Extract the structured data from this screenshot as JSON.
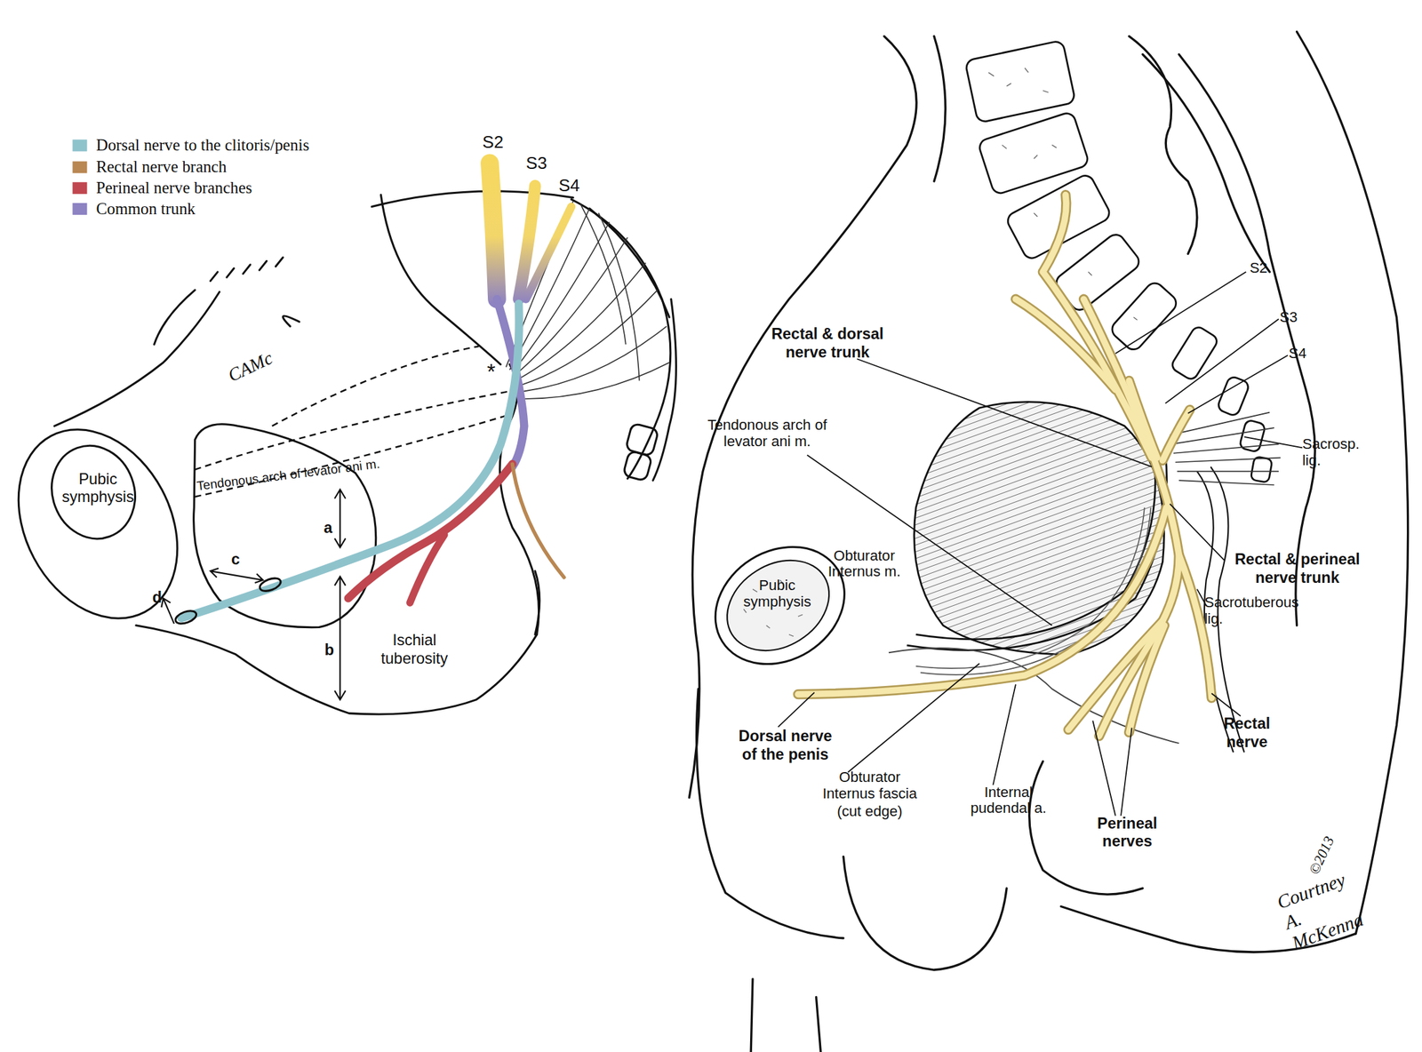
{
  "diagram": {
    "labels": [
      "S2",
      "S3",
      "S4",
      "*",
      "CAMc",
      "Pubic symphysis",
      "Tendonous arch of levator ani m.",
      "a",
      "b",
      "c",
      "d",
      "Ischial tuberosity",
      "S2",
      "S3",
      "S4",
      "Rectal & dorsal nerve trunk",
      "Tendonous arch of levator ani m.",
      "Sacrosp. lig.",
      "Obturator Internus m.",
      "Pubic symphysis",
      "Rectal & perineal nerve trunk",
      "Sacrotuberous lig.",
      "Dorsal nerve of the penis",
      "Obturator Internus fascia (cut edge)",
      "Internal pudendal a.",
      "Perineal nerves",
      "Rectal nerve",
      "©2013",
      "Courtney A. McKenna"
    ],
    "legend": [
      {
        "text": "Dorsal nerve to the clitoris/penis",
        "color": "#8fc3cc"
      },
      {
        "text": "Rectal nerve branch",
        "color": "#b98752"
      },
      {
        "text": "Perineal nerve branches",
        "color": "#c0474f"
      },
      {
        "text": "Common trunk",
        "color": "#8d82c2"
      }
    ]
  }
}
